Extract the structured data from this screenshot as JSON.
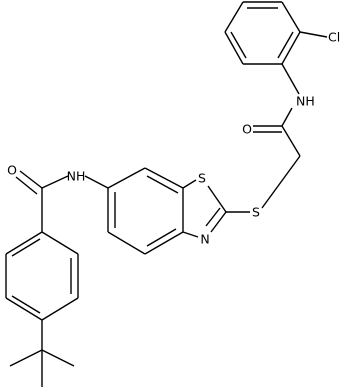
{
  "molecule": {
    "atoms": {
      "cl": "Cl",
      "nh_amide_top": "NH",
      "o_amide_top": "O",
      "s_thioether": "S",
      "s_thiazole": "S",
      "n_thiazole": "N",
      "nh_amide_left": "NH",
      "o_amide_left": "O"
    },
    "bond_color": "#000000",
    "background": "#ffffff"
  }
}
